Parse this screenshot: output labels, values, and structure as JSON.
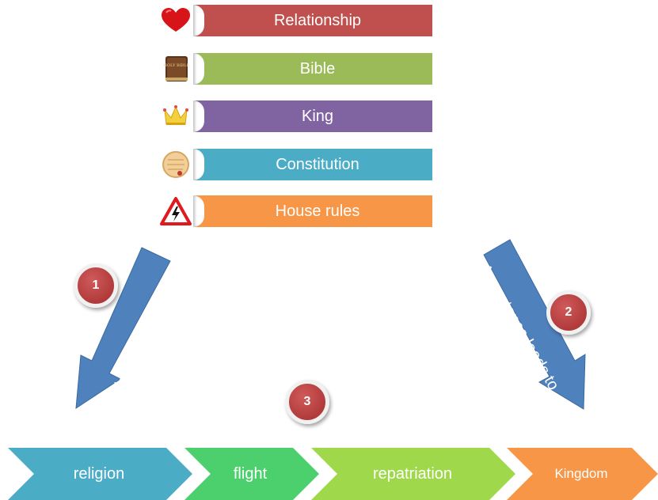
{
  "top_list": [
    {
      "label": "Relationship",
      "color": "#c0504d",
      "icon": "heart-icon"
    },
    {
      "label": "Bible",
      "color": "#9bbb59",
      "icon": "bible-book-icon",
      "icon_text": "HOLY BIBLE"
    },
    {
      "label": "King",
      "color": "#8064a2",
      "icon": "crown-icon"
    },
    {
      "label": "Constitution",
      "color": "#4bacc6",
      "icon": "scroll-icon"
    },
    {
      "label": "House rules",
      "color": "#f79646",
      "icon": "warning-sign-icon"
    }
  ],
  "arrows": {
    "left_label": "rejection leads to",
    "right_label": "Acceptance leads to",
    "color": "#4f81bd"
  },
  "steps": [
    "1",
    "2",
    "3"
  ],
  "process": [
    {
      "label": "religion",
      "color": "#4bacc6"
    },
    {
      "label": "flight",
      "color": "#4cd06e"
    },
    {
      "label": "repatriation",
      "color": "#9fd94b"
    },
    {
      "label": "Kingdom",
      "color": "#f79646"
    }
  ]
}
